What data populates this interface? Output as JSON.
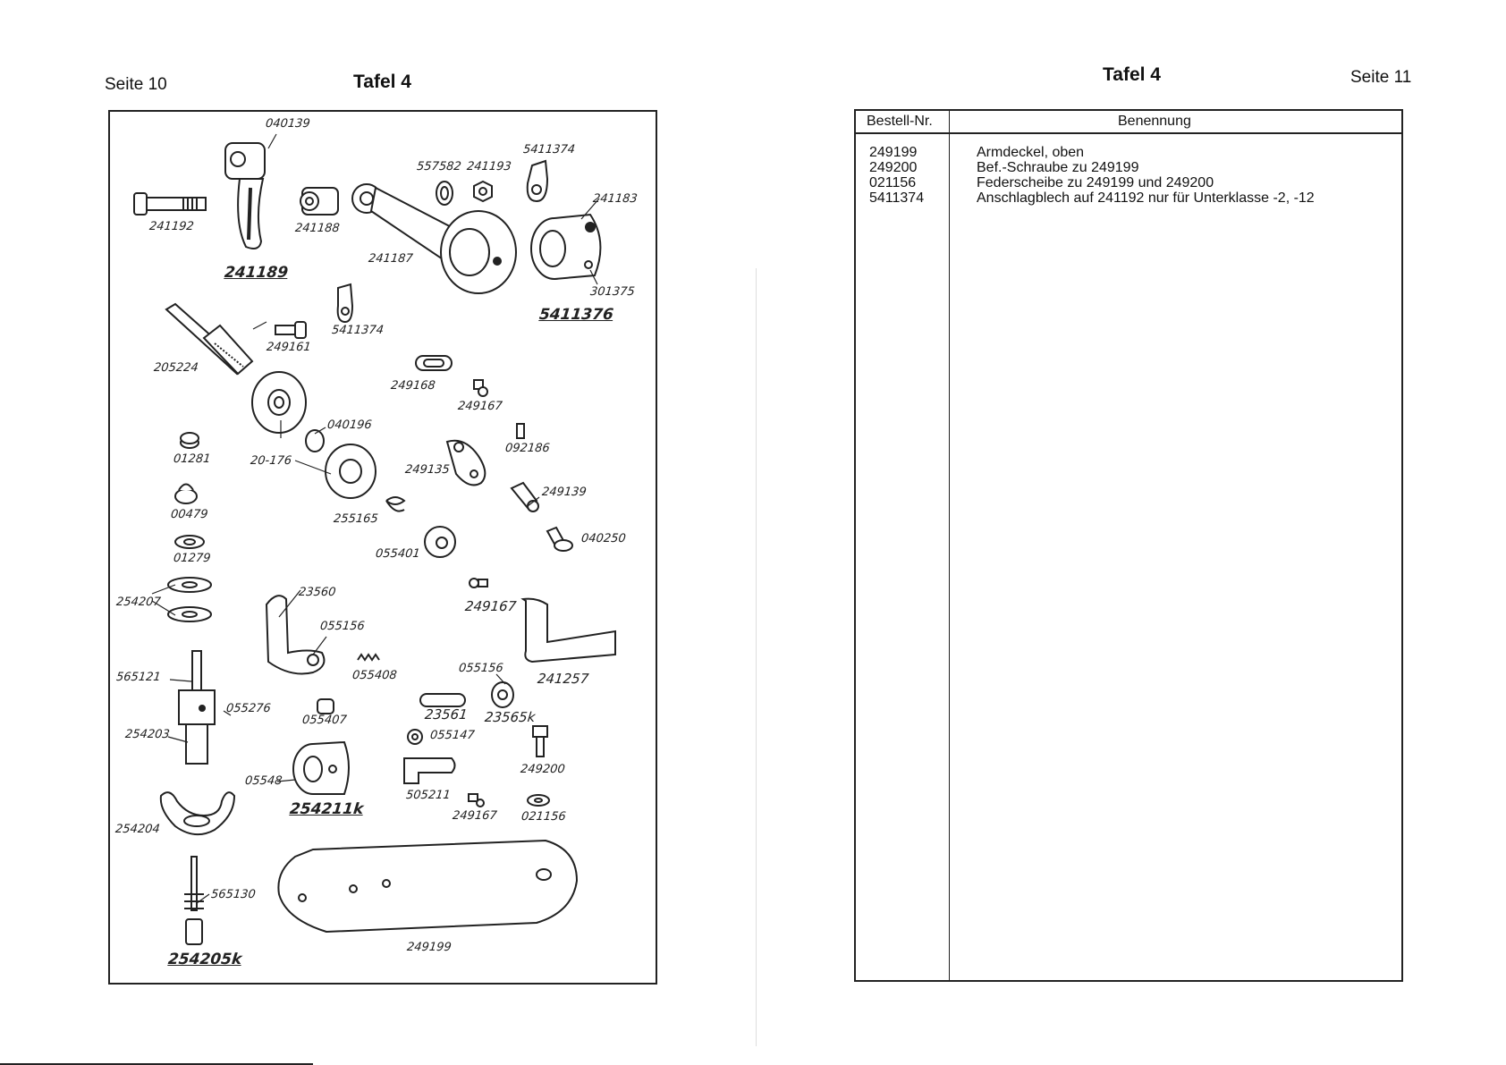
{
  "left_page": {
    "page_label": "Seite 10",
    "plate_title": "Tafel 4",
    "part_labels": [
      "040139",
      "241192",
      "241188",
      "557582",
      "241193",
      "5411374",
      "241183",
      "241189",
      "241187",
      "301375",
      "5411376",
      "5411374",
      "249161",
      "205224",
      "249168",
      "249167",
      "040196",
      "092186",
      "01281",
      "20-176",
      "249135",
      "249139",
      "00479",
      "255165",
      "055401",
      "040250",
      "01279",
      "23560",
      "249167",
      "254207",
      "055156",
      "055408",
      "055156",
      "241257",
      "565121",
      "055276",
      "055407",
      "23561",
      "23565k",
      "254203",
      "055147",
      "249200",
      "05548",
      "505211",
      "249167",
      "021156",
      "254211k",
      "254204",
      "565130",
      "249199",
      "254205k"
    ]
  },
  "right_page": {
    "page_label": "Seite 11",
    "plate_title": "Tafel 4",
    "table": {
      "headers": [
        "Bestell-Nr.",
        "Benennung"
      ],
      "rows": [
        {
          "nr": "249199",
          "name": "Armdeckel, oben"
        },
        {
          "nr": "249200",
          "name": "Bef.-Schraube zu 249199"
        },
        {
          "nr": "021156",
          "name": "Federscheibe zu 249199 und 249200"
        },
        {
          "nr": "5411374",
          "name": "Anschlagblech auf 241192 nur für Unterklasse -2, -12"
        }
      ]
    }
  }
}
